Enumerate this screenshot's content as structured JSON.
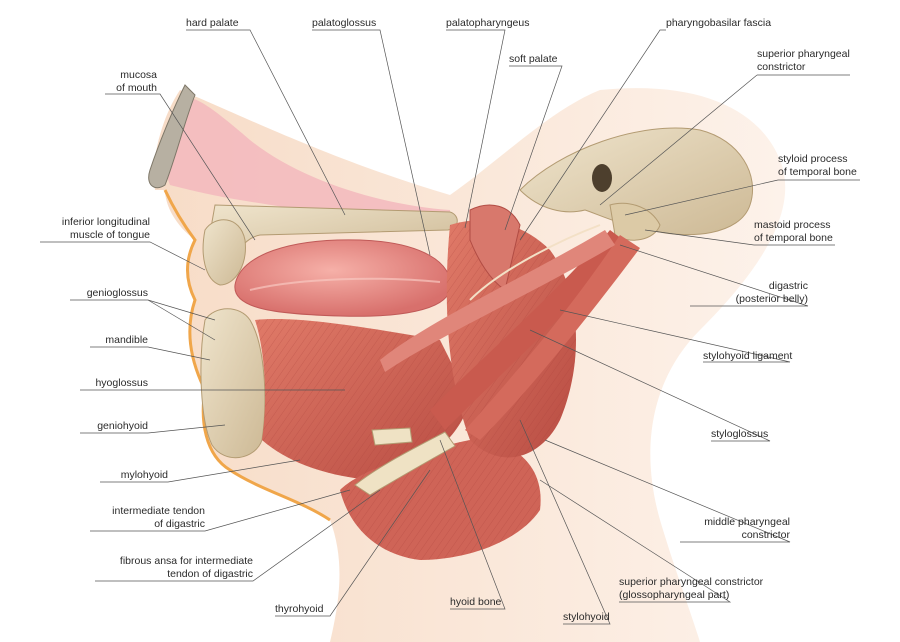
{
  "labels": {
    "hard_palate": [
      "hard palate"
    ],
    "palatoglossus": [
      "palatoglossus"
    ],
    "palatopharyngeus": [
      "palatopharyngeus"
    ],
    "pharyngobasilar_fascia": [
      "pharyngobasilar fascia"
    ],
    "soft_palate": [
      "soft palate"
    ],
    "superior_pharyngeal_constrictor": [
      "superior pharyngeal",
      "constrictor"
    ],
    "mucosa_of_mouth": [
      "mucosa",
      "of mouth"
    ],
    "styloid_process": [
      "styloid process",
      "of temporal bone"
    ],
    "inferior_longitudinal": [
      "inferior longitudinal",
      "muscle of tongue"
    ],
    "mastoid_process": [
      "mastoid process",
      "of temporal bone"
    ],
    "digastric_posterior": [
      "digastric",
      "(posterior belly)"
    ],
    "genioglossus": [
      "genioglossus"
    ],
    "mandible": [
      "mandible"
    ],
    "stylohyoid_ligament": [
      "stylohyoid ligament"
    ],
    "hyoglossus": [
      "hyoglossus"
    ],
    "geniohyoid": [
      "geniohyoid"
    ],
    "styloglossus": [
      "styloglossus"
    ],
    "mylohyoid": [
      "mylohyoid"
    ],
    "intermediate_tendon": [
      "intermediate tendon",
      "of digastric"
    ],
    "middle_pharyngeal_constrictor": [
      "middle pharyngeal",
      "constrictor"
    ],
    "fibrous_ansa": [
      "fibrous ansa for intermediate",
      "tendon of digastric"
    ],
    "superior_pharyngeal_glosso": [
      "superior pharyngeal constrictor",
      "(glossopharyngeal part)"
    ],
    "thyrohyoid": [
      "thyrohyoid"
    ],
    "hyoid_bone": [
      "hyoid bone"
    ],
    "stylohyoid": [
      "stylohyoid"
    ]
  },
  "colors": {
    "skin": "#f6dcc4",
    "skin_edge": "#f0a64a",
    "muscle": "#d86a5a",
    "muscle_dark": "#b24a40",
    "muscle_light": "#eb9a88",
    "bone": "#e6d8bc",
    "bone_dark": "#c8b48e",
    "tongue": "#e98a86",
    "pink_mucosa": "#f2b7b5",
    "leader_line": "#555555"
  }
}
